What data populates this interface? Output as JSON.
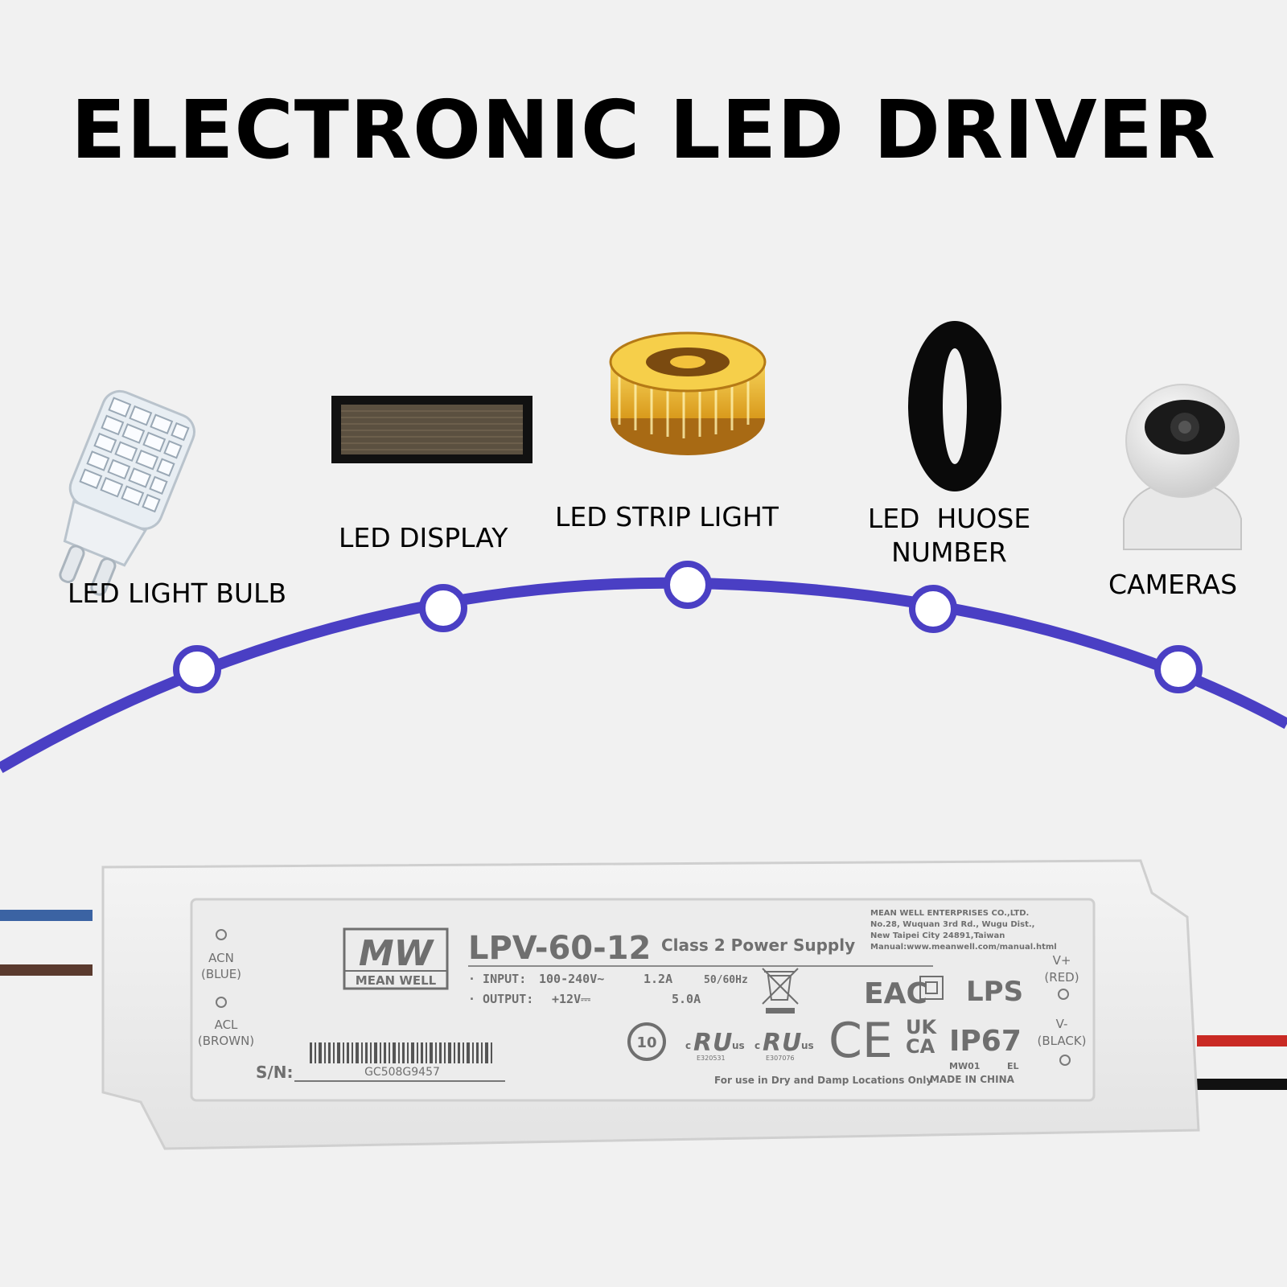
{
  "title": "ELECTRONIC LED DRIVER",
  "applications": [
    {
      "label": "LED LIGHT BULB",
      "icon": "led-bulb-icon"
    },
    {
      "label": "LED DISPLAY",
      "icon": "led-display-icon"
    },
    {
      "label": "LED STRIP LIGHT",
      "icon": "led-strip-reel-icon"
    },
    {
      "label_line1": "LED  HUOSE",
      "label_line2": "NUMBER",
      "icon": "house-number-icon"
    },
    {
      "label": "CAMERAS",
      "icon": "security-camera-icon"
    }
  ],
  "colors": {
    "timeline": "#4a3fc4",
    "wire_blue": "#3b63a3",
    "wire_brown": "#5a3a2e",
    "wire_red": "#c92a24",
    "wire_black": "#111111",
    "strip_amber": "#f2c23a"
  },
  "driver": {
    "brand_mark": "MW",
    "brand_name": "MEAN WELL",
    "model": "LPV-60-12",
    "type": "Class 2 Power Supply",
    "input_label": "· INPUT:",
    "input_voltage": "100-240V~",
    "input_current": "1.2A",
    "input_freq": "50/60Hz",
    "output_label": "· OUTPUT:",
    "output_voltage": "+12V⎓",
    "output_current": "5.0A",
    "maker_lines": [
      "MEAN WELL ENTERPRISES CO.,LTD.",
      "No.28, Wuquan 3rd Rd., Wugu Dist.,",
      "New Taipei City 24891,Taiwan",
      "Manual:www.meanwell.com/manual.html"
    ],
    "left_terminals": [
      {
        "line1": "ACN",
        "line2": "(BLUE)"
      },
      {
        "line1": "ACL",
        "line2": "(BROWN)"
      }
    ],
    "right_terminals": [
      {
        "line1": "V+",
        "line2": "(RED)"
      },
      {
        "line1": "V-",
        "line2": "(BLACK)"
      }
    ],
    "sn_label": "S/N:",
    "serial": "GC508G9457",
    "cert_eac": "EAC",
    "cert_lps": "LPS",
    "cert_ce": "CE",
    "cert_ukca_top": "UK",
    "cert_ukca_bottom": "CA",
    "ip_rating": "IP67",
    "cert_ten": "10",
    "ul_code_1": "E320531",
    "ul_code_2": "E307076",
    "mw01": "MW01",
    "el": "EL",
    "made_in": "MADE IN CHINA",
    "usage_note": "For use in Dry and Damp Locations Only"
  }
}
